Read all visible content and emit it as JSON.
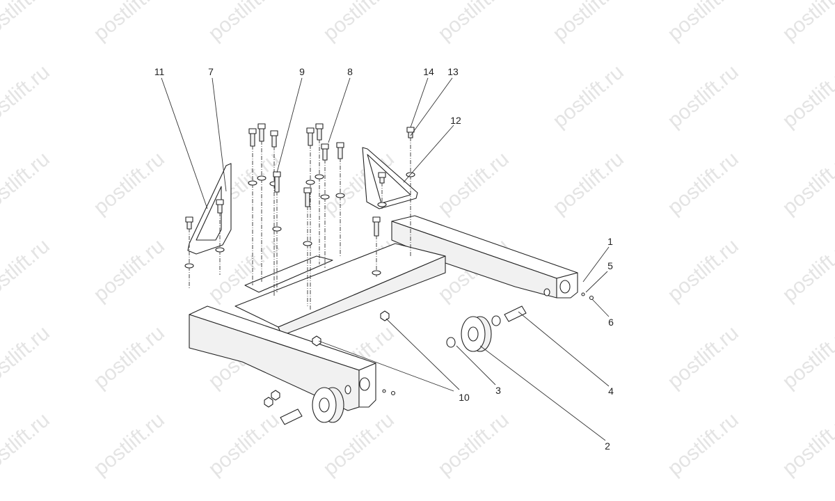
{
  "watermark": "postlift.ru",
  "callouts": {
    "c1": "1",
    "c2": "2",
    "c3": "3",
    "c4": "4",
    "c5": "5",
    "c6": "6",
    "c7": "7",
    "c8": "8",
    "c9": "9",
    "c10": "10",
    "c11": "11",
    "c12": "12",
    "c13": "13",
    "c14": "14"
  }
}
